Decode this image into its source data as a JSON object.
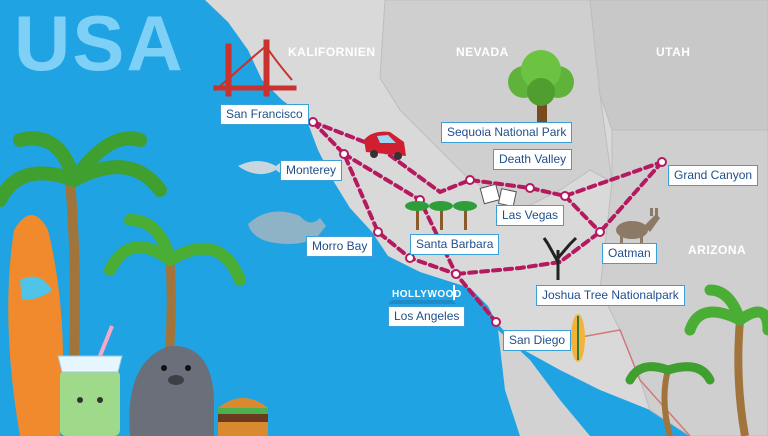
{
  "title": "USA",
  "regions": {
    "california": "KALIFORNIEN",
    "nevada": "NEVADA",
    "utah": "UTAH",
    "arizona": "ARIZONA"
  },
  "cities": {
    "san_francisco": "San Francisco",
    "monterey": "Monterey",
    "morro_bay": "Morro Bay",
    "santa_barbara": "Santa Barbara",
    "los_angeles": "Los Angeles",
    "san_diego": "San Diego",
    "sequoia": "Sequoia National Park",
    "death_valley": "Death Valley",
    "las_vegas": "Las Vegas",
    "grand_canyon": "Grand Canyon",
    "oatman": "Oatman",
    "joshua_tree": "Joshua Tree Nationalpark"
  },
  "landmark_sign": "HOLLYWOOD",
  "colors": {
    "ocean": "#1fa3e3",
    "land": "#d9d9d9",
    "route": "#b5195f",
    "label_text": "#1f4f8c"
  },
  "icons": [
    "golden-gate-bridge-icon",
    "car-icon",
    "tree-icon",
    "dice-icon",
    "palm-trees-icon",
    "donkey-icon",
    "joshua-tree-icon",
    "whale-icon",
    "fish-icon",
    "surfboard-icon",
    "smoothie-icon",
    "seal-icon",
    "burger-icon"
  ]
}
